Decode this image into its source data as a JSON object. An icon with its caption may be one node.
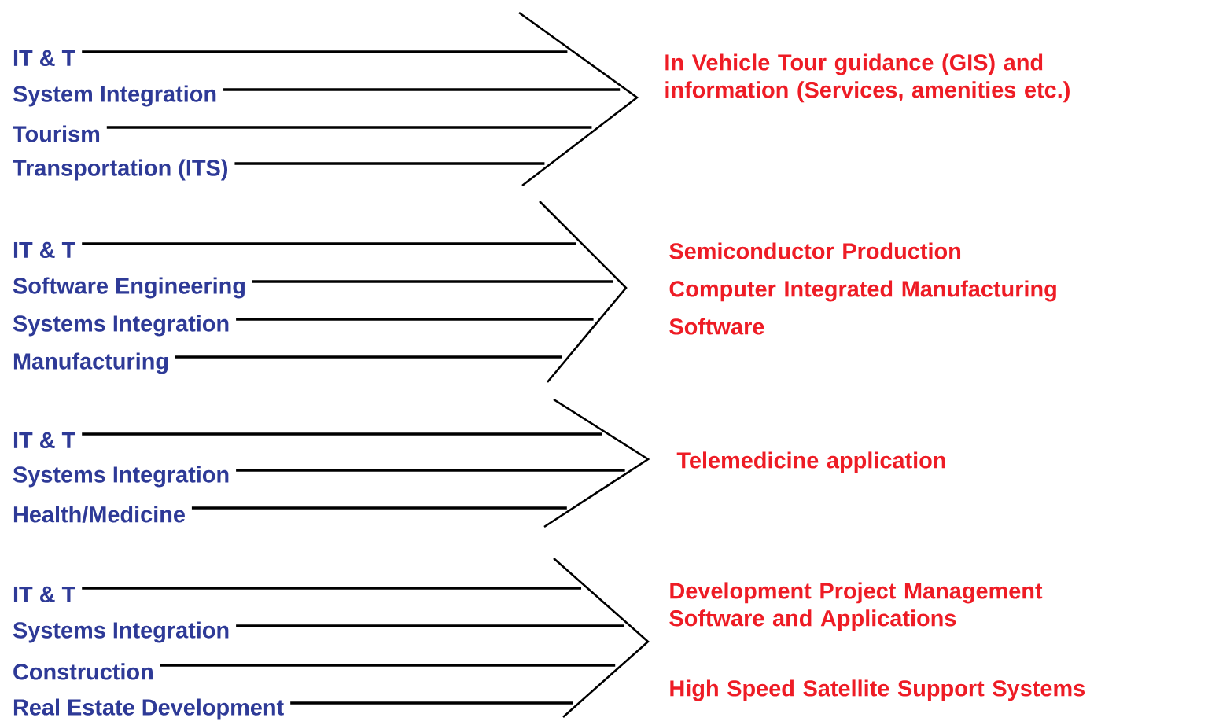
{
  "diagram": {
    "nodes": [
      {
        "text": [
          "IT & T"
        ]
      },
      {
        "text": [
          "System Integration"
        ]
      },
      {
        "text": [
          "Tourism"
        ]
      },
      {
        "text": [
          "Transportation (ITS)"
        ]
      },
      {
        "text": [],
        "shape": "chevron",
        "beside": [
          "In Vehicle Tour guidance (GIS) and information (Services, amenities etc.)"
        ]
      },
      {
        "text": [
          "IT & T"
        ]
      },
      {
        "text": [
          "Software Engineering"
        ]
      },
      {
        "text": [
          "Systems Integration"
        ]
      },
      {
        "text": [
          "Manufacturing"
        ]
      },
      {
        "text": [],
        "shape": "chevron",
        "beside": [
          "Semiconductor Production",
          "Computer Integrated Manufacturing",
          "Software"
        ]
      },
      {
        "text": [
          "IT & T"
        ]
      },
      {
        "text": [
          "Systems Integration"
        ]
      },
      {
        "text": [
          "Health/Medicine"
        ]
      },
      {
        "text": [],
        "shape": "chevron",
        "beside": [
          "Telemedicine application"
        ]
      },
      {
        "text": [
          "IT & T"
        ]
      },
      {
        "text": [
          "Systems Integration"
        ]
      },
      {
        "text": [
          "Construction"
        ]
      },
      {
        "text": [
          "Real Estate Development"
        ]
      },
      {
        "text": [],
        "shape": "chevron",
        "beside": [
          "Development Project Management Software and Applications",
          "High Speed Satellite Support Systems"
        ]
      }
    ],
    "edges": [
      {
        "from": 0,
        "to": 4,
        "arrow": "none"
      },
      {
        "from": 1,
        "to": 4,
        "arrow": "none"
      },
      {
        "from": 2,
        "to": 4,
        "arrow": "none"
      },
      {
        "from": 3,
        "to": 4,
        "arrow": "none"
      },
      {
        "from": 5,
        "to": 9,
        "arrow": "none"
      },
      {
        "from": 6,
        "to": 9,
        "arrow": "none"
      },
      {
        "from": 7,
        "to": 9,
        "arrow": "none"
      },
      {
        "from": 8,
        "to": 9,
        "arrow": "none"
      },
      {
        "from": 10,
        "to": 13,
        "arrow": "none"
      },
      {
        "from": 11,
        "to": 13,
        "arrow": "none"
      },
      {
        "from": 12,
        "to": 13,
        "arrow": "none"
      },
      {
        "from": 14,
        "to": 18,
        "arrow": "none"
      },
      {
        "from": 15,
        "to": 18,
        "arrow": "none"
      },
      {
        "from": 16,
        "to": 18,
        "arrow": "none"
      },
      {
        "from": 17,
        "to": 18,
        "arrow": "none"
      }
    ]
  }
}
